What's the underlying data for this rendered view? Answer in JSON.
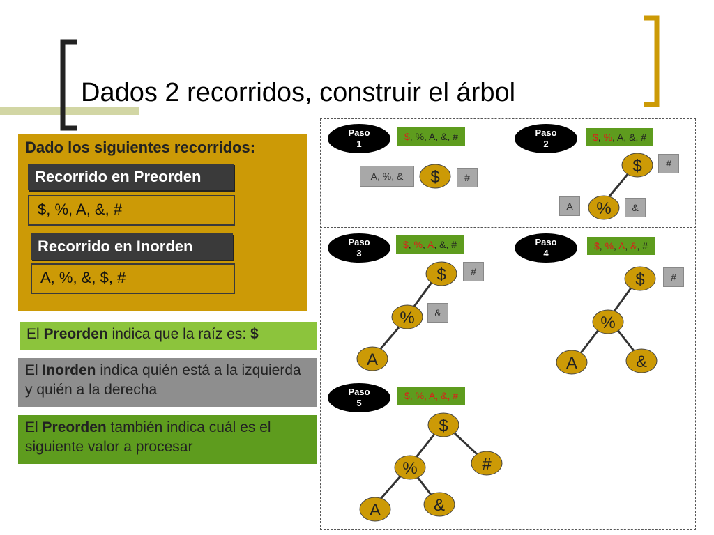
{
  "title": "Dados 2 recorridos, construir el árbol",
  "panel": {
    "intro": "Dado los siguientes recorridos:",
    "preorder_label": "Recorrido en Preorden",
    "preorder_value": "$, %, A, &, #",
    "inorder_label": "Recorrido en Inorden",
    "inorder_value": "A, %, &, $, #"
  },
  "notes": {
    "n1_a": "El ",
    "n1_b": "Preorden",
    "n1_c": " indica que la raíz es: ",
    "n1_d": "$",
    "n2_a": "El ",
    "n2_b": "Inorden",
    "n2_c": " indica quién está a la izquierda y quién a la derecha",
    "n3_a": "El ",
    "n3_b": "Preorden",
    "n3_c": " también indica cuál es el siguiente valor a procesar"
  },
  "steps": {
    "p1": {
      "word": "Paso",
      "num": "1"
    },
    "p2": {
      "word": "Paso",
      "num": "2"
    },
    "p3": {
      "word": "Paso",
      "num": "3"
    },
    "p4": {
      "word": "Paso",
      "num": "4"
    },
    "p5": {
      "word": "Paso",
      "num": "5"
    }
  },
  "seq": {
    "t1": "$",
    "t2": ", ",
    "t3": "%",
    "t4": ", ",
    "t5": "A",
    "t6": ", ",
    "t7": "&",
    "t8": ", ",
    "t9": "#"
  },
  "step1": {
    "left": "A, %, &",
    "root": "$",
    "right": "#"
  },
  "step2": {
    "root": "$",
    "right": "#",
    "n2": "%",
    "a": "A",
    "amp": "&"
  },
  "step3": {
    "root": "$",
    "right": "#",
    "n2": "%",
    "amp": "&",
    "a": "A"
  },
  "step4": {
    "root": "$",
    "right": "#",
    "n2": "%",
    "a": "A",
    "amp": "&"
  },
  "step5": {
    "root": "$",
    "hash": "#",
    "n2": "%",
    "a": "A",
    "amp": "&"
  },
  "colors": {
    "node": "#cc9a06",
    "green": "#5e9c1e",
    "gray": "#a8a8a8",
    "highlight": "#d8201a"
  }
}
